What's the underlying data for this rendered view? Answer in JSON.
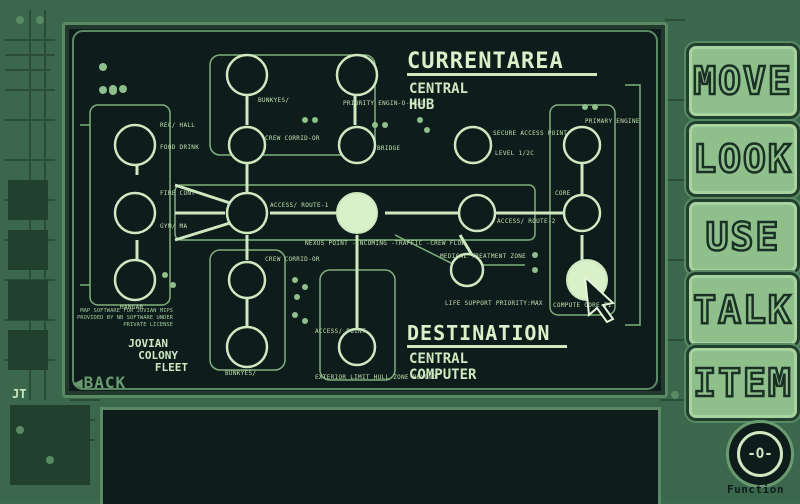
{
  "current_area": {
    "heading": "CURRENTAREA",
    "line1": "CENTRAL",
    "line2": "HUB"
  },
  "destination": {
    "heading": "DESTINATION",
    "line1": "CENTRAL",
    "line2": "COMPUTER"
  },
  "back_label": "BACK",
  "side_buttons": [
    {
      "label": "MOVE"
    },
    {
      "label": "LOOK"
    },
    {
      "label": "USE"
    },
    {
      "label": "TALK"
    },
    {
      "label": "ITEM"
    }
  ],
  "function_knob": {
    "symbol": "-O-",
    "label": "Function"
  },
  "credits": {
    "text": "MAP SOFTWARE FOR JOVIAN MIPS PROVIDED BY NB SOFTWARE UNDER PRIVATE LICENSE",
    "brand1": "JOVIAN",
    "brand2": "COLONY",
    "brand3": "FLEET"
  },
  "map_labels": {
    "bunkyes_top": "BUNKYES/",
    "priority_engine": "PRIORITY ENGIN-O-GRAD",
    "crew_corridor_top": "CREW CORRID-OR",
    "bridge": "BRIDGE",
    "secure_access": "SECURE ACCESS POINT",
    "level": "LEVEL 1/2C",
    "primary_engine": "PRIMARY ENGINE",
    "hall": "REC/ HALL",
    "food": "FOOD DRINK",
    "fire_control": "FIRE CONT",
    "gym": "GYM/ MA",
    "access_route_left": "ACCESS/ ROUTE-1",
    "nexus": "NEXUS POINT -INCOMING -TRAFFIC -CREW FLOW",
    "access_route_right": "ACCESS/ ROUTE-2",
    "core": "CORE",
    "crew_corridor_bottom": "CREW CORRID-OR",
    "medical": "MEDICAL TREATMENT ZONE",
    "life_support": "LIFE SUPPORT PRIORITY:MAX",
    "computer": "COMPUTE CORE-T1",
    "hangar": "HANGAR",
    "bunkyes_bottom": "BUNKYES/",
    "access_point_bottom": "ACCESS/ POINT",
    "exterior": "EXTERIOR LIMIT HULL ZONE BEYOND"
  }
}
